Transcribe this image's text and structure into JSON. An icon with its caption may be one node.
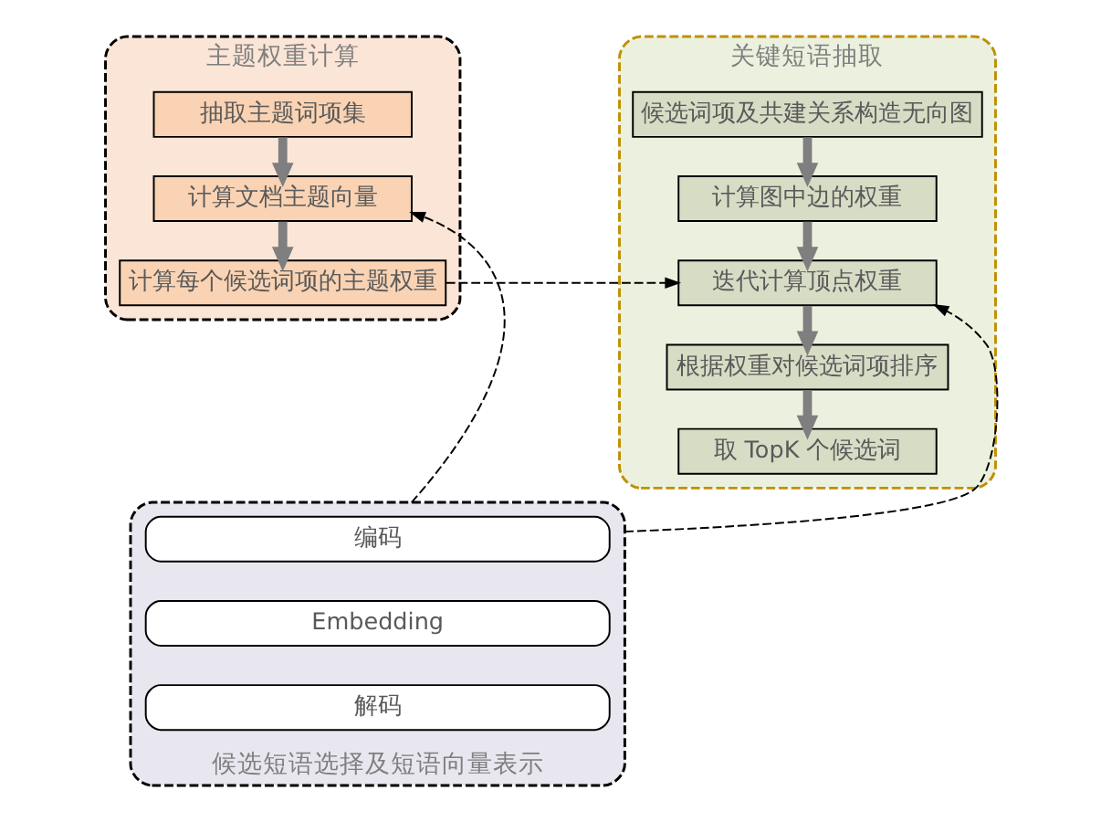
{
  "diagram": {
    "nodes": [
      {
        "text": [
          "主题权重计算"
        ]
      },
      {
        "text": [
          "抽取主题词项集"
        ],
        "in": 0
      },
      {
        "text": [
          "计算文档主题向量"
        ],
        "in": 0
      },
      {
        "text": [
          "计算每个候选词项的主题权重"
        ],
        "in": 0
      },
      {
        "text": [
          "关键短语抽取"
        ]
      },
      {
        "text": [
          "候选词项及共建关系构造无向图"
        ],
        "in": 4
      },
      {
        "text": [
          "计算图中边的权重"
        ],
        "in": 4
      },
      {
        "text": [
          "迭代计算顶点权重"
        ],
        "in": 4
      },
      {
        "text": [
          "根据权重对候选词项排序"
        ],
        "in": 4
      },
      {
        "text": [
          "取 TopK 个候选词"
        ],
        "in": 4
      },
      {
        "text": [
          "候选短语选择及短语向量表示"
        ]
      },
      {
        "text": [
          "编码"
        ],
        "in": 10
      },
      {
        "text": [
          "Embedding"
        ],
        "in": 10
      },
      {
        "text": [
          "解码"
        ],
        "in": 10
      }
    ],
    "edges": [
      {
        "from": 1,
        "to": 2,
        "arrow": "to"
      },
      {
        "from": 2,
        "to": 3,
        "arrow": "to"
      },
      {
        "from": 5,
        "to": 6,
        "arrow": "to"
      },
      {
        "from": 6,
        "to": 7,
        "arrow": "to"
      },
      {
        "from": 7,
        "to": 8,
        "arrow": "to"
      },
      {
        "from": 8,
        "to": 9,
        "arrow": "to"
      },
      {
        "from": 10,
        "to": 2,
        "arrow": "to",
        "style": "dashed",
        "color": "#000000"
      },
      {
        "from": 3,
        "to": 7,
        "arrow": "to",
        "style": "dashed",
        "color": "#000000"
      },
      {
        "from": 10,
        "to": 7,
        "arrow": "to",
        "style": "dashed",
        "color": "#000000"
      }
    ]
  }
}
